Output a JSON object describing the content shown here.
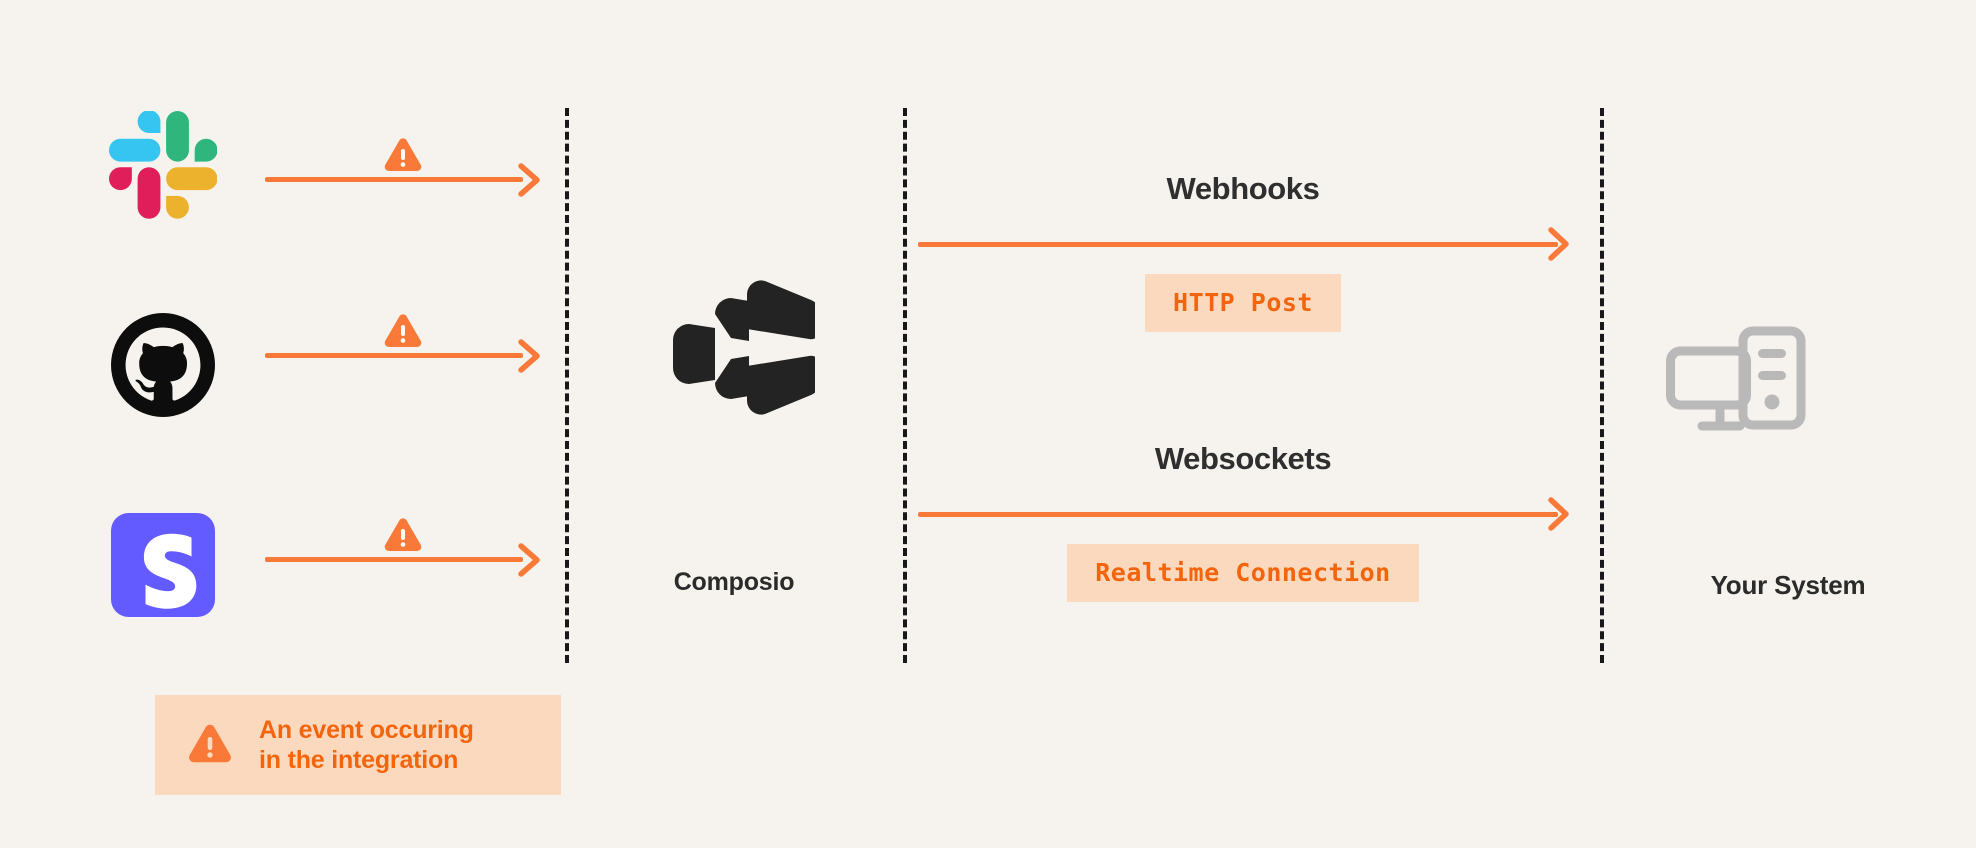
{
  "canvas": {
    "background": "#f6f3ee",
    "accent_orange": "#f97a38",
    "badge_background": "#fbd9bf",
    "badge_text_color": "#f2650c",
    "dark_text": "#2b2b2b",
    "divider_color": "#18181b",
    "system_icon_color": "#b9b9b9"
  },
  "sources": [
    {
      "name": "Slack",
      "icon": "slack-logo"
    },
    {
      "name": "GitHub",
      "icon": "github-logo"
    },
    {
      "name": "Stripe",
      "icon": "stripe-logo"
    }
  ],
  "hub": {
    "label": "Composio",
    "icon": "composio-logo"
  },
  "channels": [
    {
      "title": "Webhooks",
      "badge": "HTTP Post"
    },
    {
      "title": "Websockets",
      "badge": "Realtime Connection"
    }
  ],
  "destination": {
    "label": "Your System",
    "icon": "desktop-computer-icon"
  },
  "legend": {
    "icon": "warning-triangle-icon",
    "line1": "An event occuring",
    "line2": "in the integration"
  }
}
